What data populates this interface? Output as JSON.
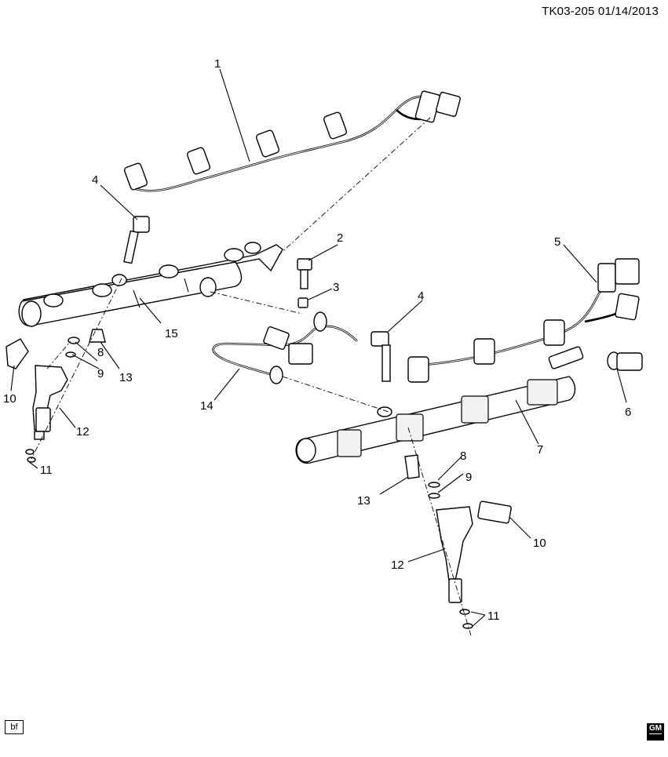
{
  "document_id": "TK03-205 01/14/2013",
  "footer": {
    "box_label": "bf",
    "logo_text": "GM"
  },
  "callouts": [
    {
      "id": "c1",
      "label": "1"
    },
    {
      "id": "c2",
      "label": "2"
    },
    {
      "id": "c3",
      "label": "3"
    },
    {
      "id": "c4a",
      "label": "4"
    },
    {
      "id": "c4b",
      "label": "4"
    },
    {
      "id": "c5",
      "label": "5"
    },
    {
      "id": "c6",
      "label": "6"
    },
    {
      "id": "c7",
      "label": "7"
    },
    {
      "id": "c8a",
      "label": "8"
    },
    {
      "id": "c8b",
      "label": "8"
    },
    {
      "id": "c9a",
      "label": "9"
    },
    {
      "id": "c9b",
      "label": "9"
    },
    {
      "id": "c10a",
      "label": "10"
    },
    {
      "id": "c10b",
      "label": "10"
    },
    {
      "id": "c11a",
      "label": "11"
    },
    {
      "id": "c11b",
      "label": "11"
    },
    {
      "id": "c12a",
      "label": "12"
    },
    {
      "id": "c12b",
      "label": "12"
    },
    {
      "id": "c13a",
      "label": "13"
    },
    {
      "id": "c13b",
      "label": "13"
    },
    {
      "id": "c14",
      "label": "14"
    },
    {
      "id": "c15",
      "label": "15"
    }
  ]
}
